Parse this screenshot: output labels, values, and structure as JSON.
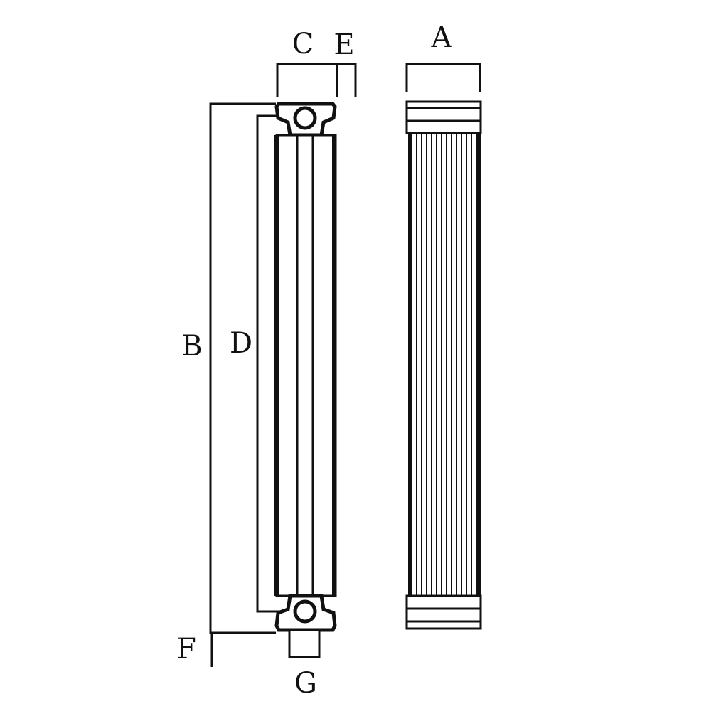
{
  "colors": {
    "ink": "#111111",
    "background": "#ffffff"
  },
  "labels": {
    "a": "A",
    "b": "B",
    "c": "C",
    "d": "D",
    "e": "E",
    "f": "F",
    "g": "G"
  }
}
